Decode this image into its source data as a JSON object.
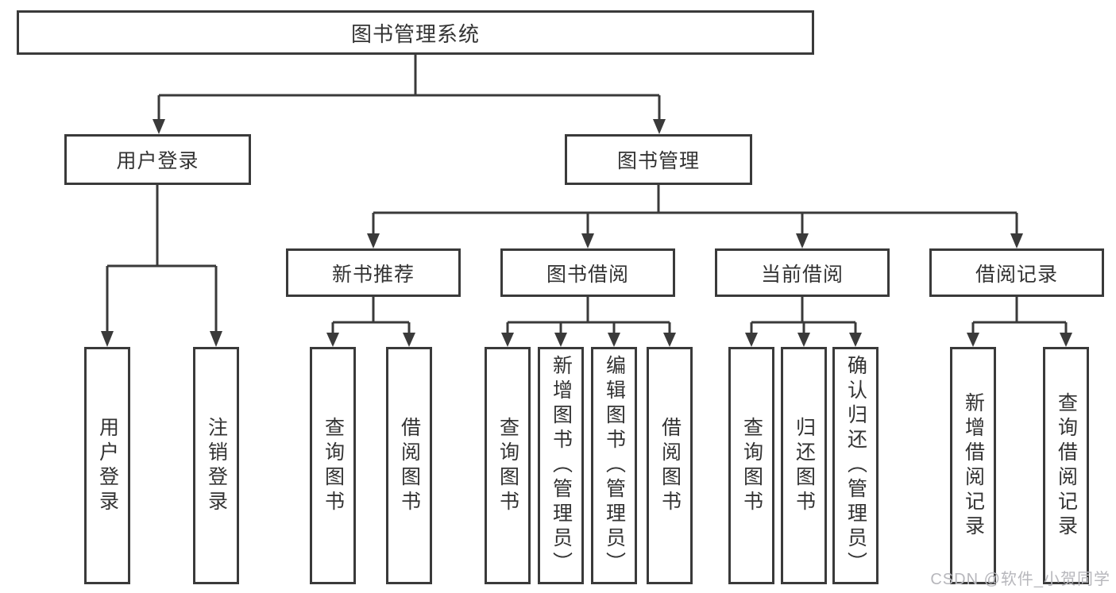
{
  "colors": {
    "line-color": "#3a3a3a",
    "text-color": "#333333",
    "bg-color": "#ffffff",
    "watermark-color": "#b7b7bc"
  },
  "watermark": "CSDN @软件_小贺同学",
  "tree": {
    "label": "图书管理系统",
    "children": [
      {
        "label": "用户登录",
        "children": [
          {
            "label": "用户登录"
          },
          {
            "label": "注销登录"
          }
        ]
      },
      {
        "label": "图书管理",
        "children": [
          {
            "label": "新书推荐",
            "children": [
              {
                "label": "查询图书"
              },
              {
                "label": "借阅图书"
              }
            ]
          },
          {
            "label": "图书借阅",
            "children": [
              {
                "label": "查询图书"
              },
              {
                "label": "新增图书（管理员）"
              },
              {
                "label": "编辑图书（管理员）"
              },
              {
                "label": "借阅图书"
              }
            ]
          },
          {
            "label": "当前借阅",
            "children": [
              {
                "label": "查询图书"
              },
              {
                "label": "归还图书"
              },
              {
                "label": "确认归还（管理员）"
              }
            ]
          },
          {
            "label": "借阅记录",
            "children": [
              {
                "label": "新增借阅记录"
              },
              {
                "label": "查询借阅记录"
              }
            ]
          }
        ]
      }
    ]
  }
}
